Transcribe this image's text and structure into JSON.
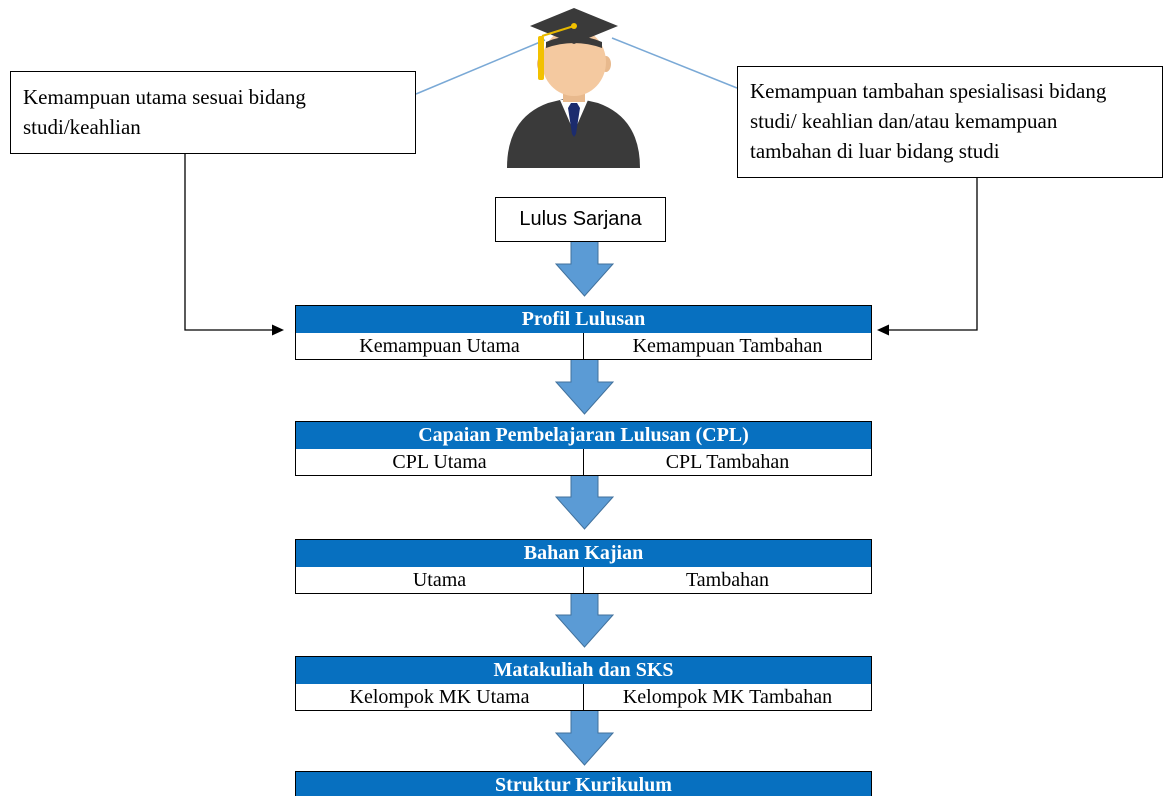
{
  "graduate": {
    "left_note": "Kemampuan utama sesuai bidang studi/keahlian",
    "right_note_lines": [
      "Kemampuan tambahan spesialisasi bidang",
      "studi/ keahlian dan/atau kemampuan",
      "tambahan di luar bidang studi"
    ],
    "status_label": "Lulus Sarjana"
  },
  "stages": [
    {
      "title": "Profil Lulusan",
      "left": "Kemampuan Utama",
      "right": "Kemampuan Tambahan"
    },
    {
      "title": "Capaian Pembelajaran Lulusan (CPL)",
      "left": "CPL Utama",
      "right": "CPL Tambahan"
    },
    {
      "title": "Bahan Kajian",
      "left": "Utama",
      "right": "Tambahan"
    },
    {
      "title": "Matakuliah dan SKS",
      "left": "Kelompok MK Utama",
      "right": "Kelompok MK Tambahan"
    },
    {
      "title": "Struktur Kurikulum"
    }
  ],
  "colors": {
    "stage_header": "#0770c0",
    "flow_arrow": "#5b9bd5",
    "flow_arrow_outline": "#41719c",
    "connector_line": "#7aa9d6"
  },
  "icons": {
    "graduate": "graduate-avatar-icon",
    "flow": "down-arrow-icon"
  }
}
